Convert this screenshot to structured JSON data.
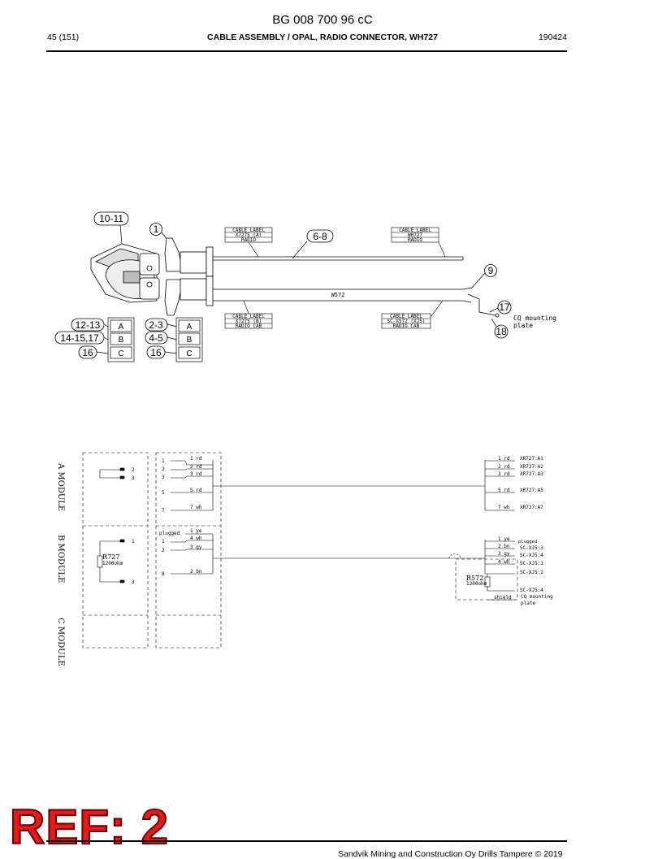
{
  "header": {
    "doc_number": "BG 008 700 96 cC",
    "page": "45 (151)",
    "title": "CABLE ASSEMBLY / OPAL, RADIO CONNECTOR, WH727",
    "date": "190424"
  },
  "assembly": {
    "callouts": [
      "10-11",
      "1",
      "6-8",
      "9",
      "17",
      "18",
      "12-13",
      "14-15,17",
      "16",
      "2-3",
      "4-5",
      "16"
    ],
    "module_letters": [
      "A",
      "B",
      "C"
    ],
    "label_top_left": [
      "CABLE LABEL",
      "X7275 (A)",
      "RADIO"
    ],
    "label_top_right": [
      "CABLE LABEL",
      "WH727",
      "RADIO"
    ],
    "label_bottom_left": [
      "CABLE LABEL",
      "X7275 (B)",
      "RADIO CAB"
    ],
    "label_bottom_right": [
      "CABLE LABEL",
      "SC-X572 (XJ5)",
      "RADIO CAB"
    ],
    "cable_name": "W572",
    "mount_note": [
      "CQ mounting",
      "plate"
    ]
  },
  "schematic": {
    "modules": [
      "A MODULE",
      "B MODULE",
      "C MODULE"
    ],
    "a_conn_pins": [
      "1",
      "2",
      "3",
      "5",
      "7"
    ],
    "a_wires_left": [
      "1 rd",
      "2 rd",
      "3 rd",
      "5 rd",
      "7 wh"
    ],
    "a_wires_right": [
      "1 rd",
      "2 rd",
      "3 rd",
      "5 rd",
      "7 wh"
    ],
    "a_targets": [
      "XR727:A1",
      "XR727:A2",
      "XR727:A3",
      "XR727:A5",
      "XR727:A7"
    ],
    "a_small_pins": [
      "2",
      "3"
    ],
    "b_plugged": "plugged",
    "b_conn_pins": [
      "1",
      "2",
      "8"
    ],
    "b_wires_left": [
      "1 ye",
      "4 wh",
      "3 gy",
      "2 bn"
    ],
    "b_wires_right": [
      "1 ye",
      "2 bn",
      "3 gy",
      "4 wh"
    ],
    "b_targets": [
      "plugged",
      "SC-XJ5:3",
      "SC-XJ5:4",
      "SC-XJ5:1",
      "SC-XJ5:2",
      "SC-XJ5:4"
    ],
    "b_small_pins": [
      "1",
      "3"
    ],
    "resistor_left": [
      "R727",
      "1200ohm"
    ],
    "resistor_right": [
      "R572",
      "1200ohm"
    ],
    "shield": "shield",
    "mount_note": [
      "CQ mounting",
      "plate"
    ]
  },
  "ref_stamp": "REF: 2",
  "footer": "Sandvik Mining and Construction Oy Drills Tampere © 2019"
}
